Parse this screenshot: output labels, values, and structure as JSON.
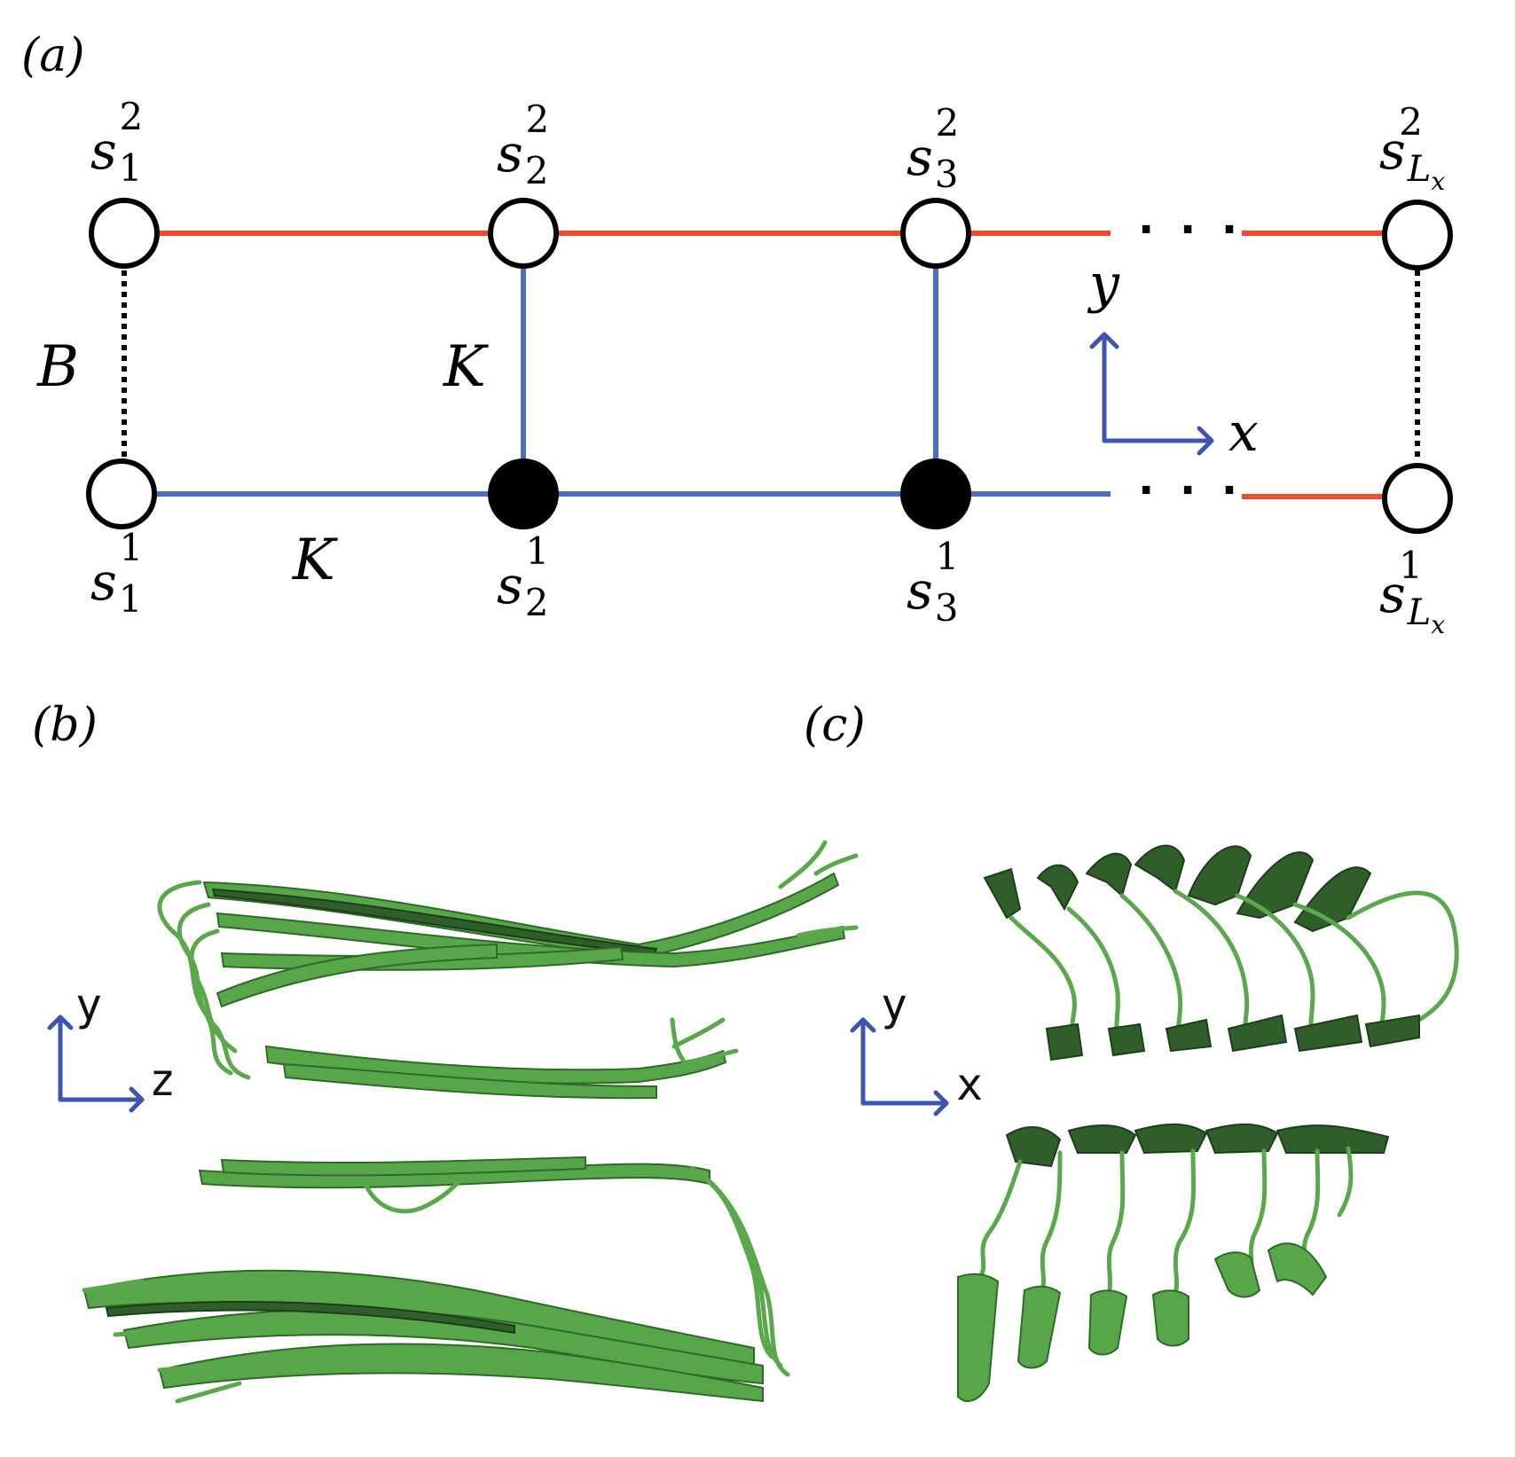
{
  "panels": {
    "a": {
      "label": "(a)"
    },
    "b": {
      "label": "(b)"
    },
    "c": {
      "label": "(c)"
    }
  },
  "lattice": {
    "top_labels": [
      {
        "base": "s",
        "sub": "1",
        "sup": "2"
      },
      {
        "base": "s",
        "sub": "2",
        "sup": "2"
      },
      {
        "base": "s",
        "sub": "3",
        "sup": "2"
      },
      {
        "base": "s",
        "sub": "L",
        "sub2": "x",
        "sup": "2"
      }
    ],
    "bottom_labels": [
      {
        "base": "s",
        "sub": "1",
        "sup": "1"
      },
      {
        "base": "s",
        "sub": "2",
        "sup": "1"
      },
      {
        "base": "s",
        "sub": "3",
        "sup": "1"
      },
      {
        "base": "s",
        "sub": "L",
        "sub2": "x",
        "sup": "1"
      }
    ],
    "coupling_B": "B",
    "coupling_K_vertical": "K",
    "coupling_K_horizontal": "K",
    "axis_y": "y",
    "axis_x": "x",
    "ellipsis": "· · ·",
    "colors": {
      "red_bond": "#f04a2a",
      "blue_bond": "#4a6fc0",
      "axis_arrow": "#3d55b0"
    }
  },
  "structure_b": {
    "axis_y": "y",
    "axis_z": "z"
  },
  "structure_c": {
    "axis_y": "y",
    "axis_x": "x"
  }
}
